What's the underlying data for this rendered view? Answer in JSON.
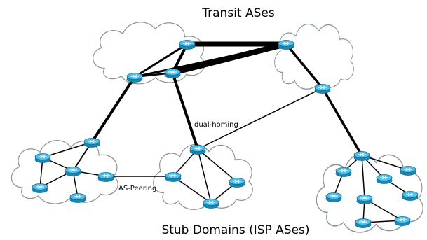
{
  "diagram": {
    "title_top": "Transit ASes",
    "title_bottom": "Stub Domains (ISP ASes)",
    "label_dual_homing": "dual-homing",
    "label_as_peering": "AS-Peering",
    "colors": {
      "router_body": "#2aa8d6",
      "router_top": "#5cc8ec",
      "router_edge": "#0d6f99",
      "link": "#000000",
      "cloud_stroke": "#8a9399"
    },
    "router_icon": "router-icon",
    "cloud_icon": "cloud-icon"
  }
}
